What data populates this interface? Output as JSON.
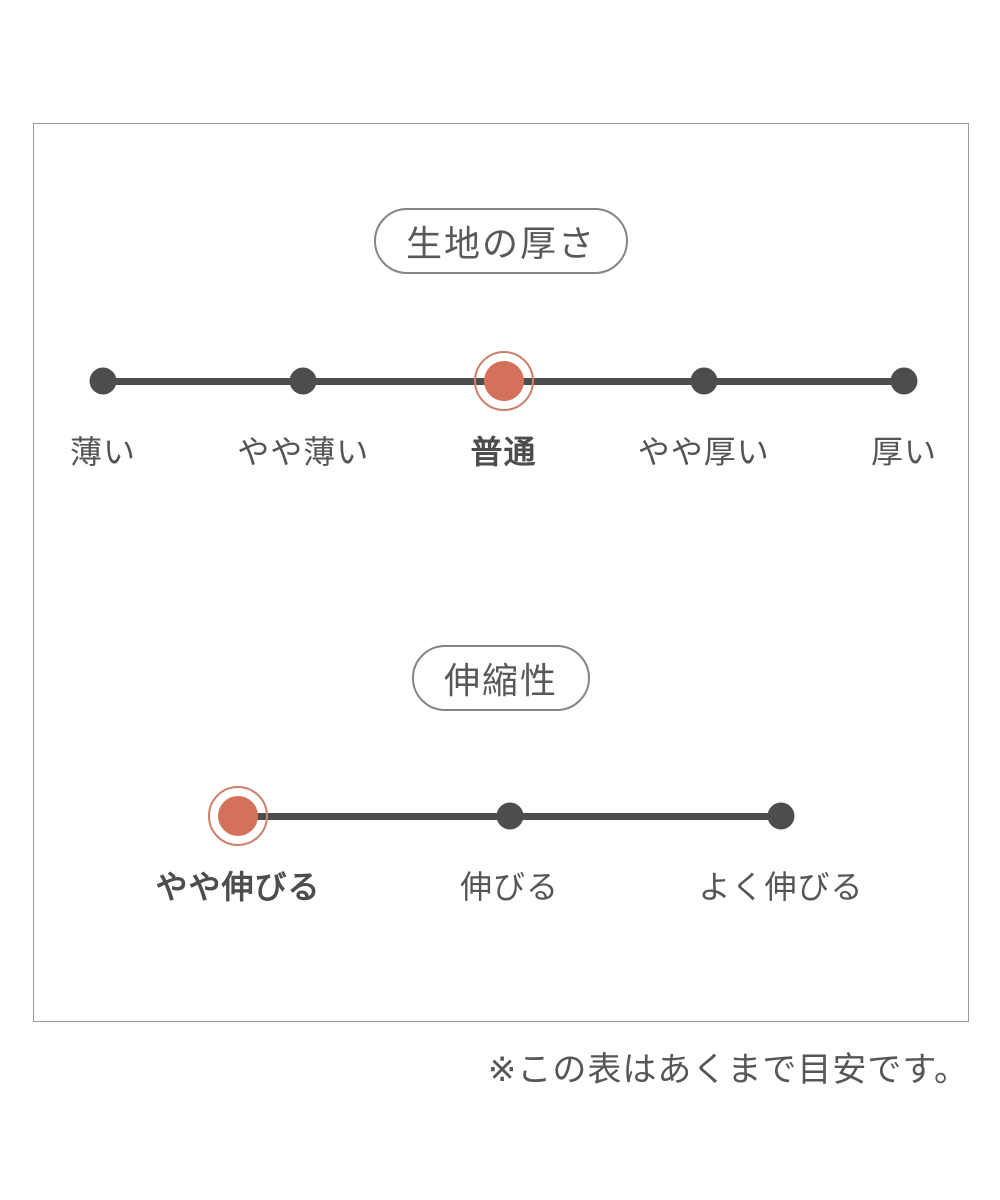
{
  "sections": [
    {
      "title": "生地の厚さ",
      "items": [
        {
          "label": "薄い",
          "selected": false
        },
        {
          "label": "やや薄い",
          "selected": false
        },
        {
          "label": "普通",
          "selected": true
        },
        {
          "label": "やや厚い",
          "selected": false
        },
        {
          "label": "厚い",
          "selected": false
        }
      ]
    },
    {
      "title": "伸縮性",
      "items": [
        {
          "label": "やや伸びる",
          "selected": true
        },
        {
          "label": "伸びる",
          "selected": false
        },
        {
          "label": "よく伸びる",
          "selected": false
        }
      ]
    }
  ],
  "footer": {
    "note": "※この表はあくまで目安です。"
  },
  "colors": {
    "accent": "#d3715a",
    "accent_ring": "#cd8069",
    "track": "#4d4d4d",
    "text": "#555555",
    "frame_border": "#9b9b9b"
  }
}
